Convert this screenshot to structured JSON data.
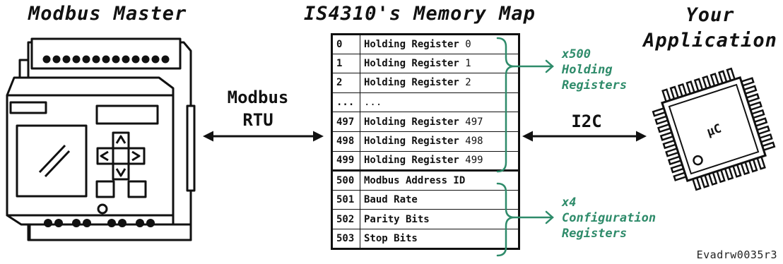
{
  "headings": {
    "master": "Modbus Master",
    "memory_map": "IS4310's Memory Map",
    "application_line1": "Your",
    "application_line2": "Application"
  },
  "protocols": {
    "modbus_line1": "Modbus",
    "modbus_line2": "RTU",
    "i2c": "I2C"
  },
  "memory_map": {
    "rows": [
      {
        "address": "0",
        "label": "Holding Register",
        "value": "0"
      },
      {
        "address": "1",
        "label": "Holding Register",
        "value": "1"
      },
      {
        "address": "2",
        "label": "Holding Register",
        "value": "2"
      },
      {
        "address": "...",
        "label": "...",
        "value": ""
      },
      {
        "address": "497",
        "label": "Holding Register",
        "value": "497"
      },
      {
        "address": "498",
        "label": "Holding Register",
        "value": "498"
      },
      {
        "address": "499",
        "label": "Holding Register",
        "value": "499"
      },
      {
        "address": "500",
        "label": "Modbus Address ID",
        "value": ""
      },
      {
        "address": "501",
        "label": "Baud Rate",
        "value": ""
      },
      {
        "address": "502",
        "label": "Parity Bits",
        "value": ""
      },
      {
        "address": "503",
        "label": "Stop Bits",
        "value": ""
      }
    ]
  },
  "groups": {
    "holding": {
      "line1": "x500",
      "line2": "Holding",
      "line3": "Registers"
    },
    "config": {
      "line1": "x4",
      "line2": "Configuration",
      "line3": "Registers"
    }
  },
  "chip_label": "µC",
  "signature": "Evadrw0035r3",
  "colors": {
    "accent": "#2e8b6a",
    "ink": "#111111",
    "device_fill": "#ffffff"
  },
  "icons": {
    "plc": "plc-device-icon",
    "microcontroller": "microcontroller-chip-icon"
  }
}
